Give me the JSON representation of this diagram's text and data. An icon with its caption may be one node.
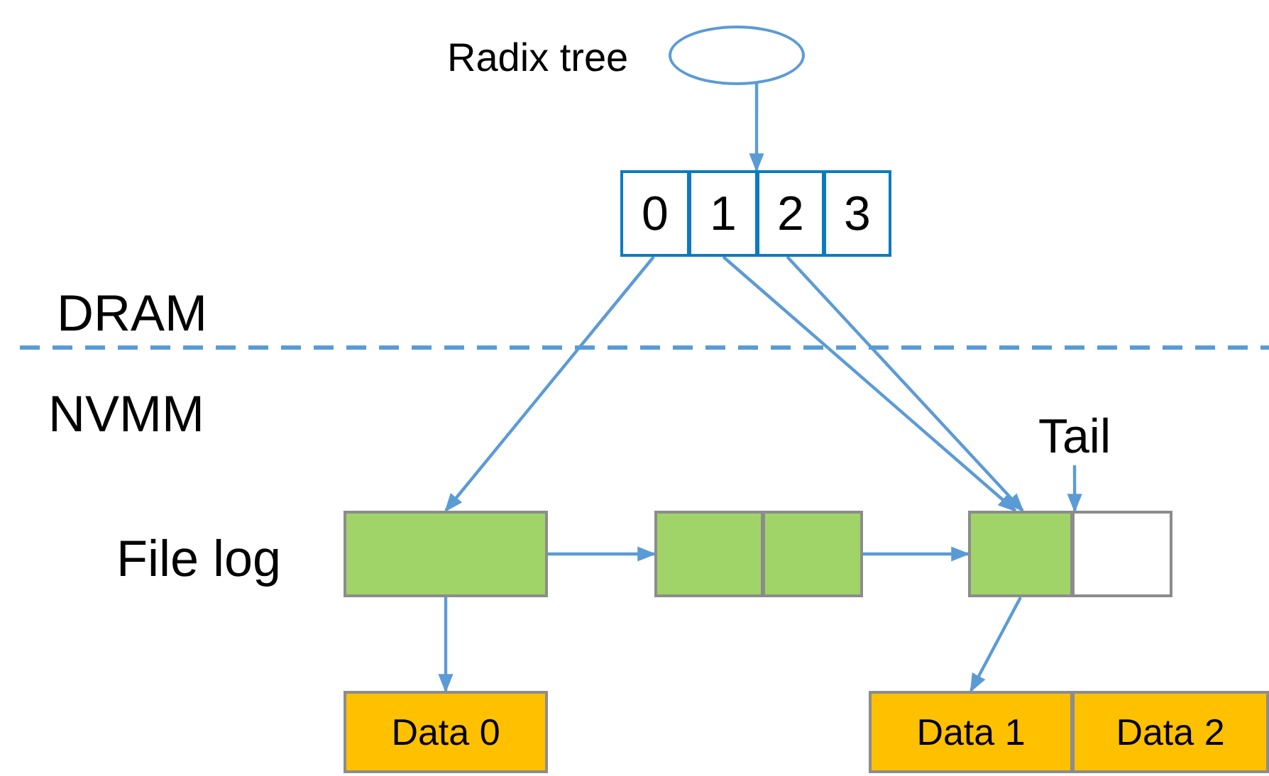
{
  "diagram": {
    "nodes": [
      {
        "text": [],
        "shape": "circle",
        "beside": [
          "Radix tree"
        ]
      },
      {
        "text": [
          "0"
        ]
      },
      {
        "text": [
          "1"
        ]
      },
      {
        "text": [
          "2"
        ]
      },
      {
        "text": [
          "3"
        ]
      },
      {
        "text": [
          "Tail"
        ]
      },
      {
        "text": [],
        "shape": "box"
      },
      {
        "text": [],
        "shape": "box"
      },
      {
        "text": [],
        "shape": "box"
      },
      {
        "text": [],
        "shape": "box"
      },
      {
        "text": [],
        "shape": "box"
      },
      {
        "text": [
          "Data 0"
        ]
      },
      {
        "text": [
          "Data 1"
        ]
      },
      {
        "text": [
          "Data 2"
        ]
      }
    ],
    "edges": [
      {
        "from": 0,
        "to": 3,
        "arrow": "to"
      },
      {
        "from": 1,
        "to": 6,
        "arrow": "to"
      },
      {
        "from": 2,
        "to": 9,
        "arrow": "to"
      },
      {
        "from": 3,
        "to": 9,
        "arrow": "to"
      },
      {
        "from": 5,
        "to": 10,
        "arrow": "to"
      },
      {
        "from": 6,
        "to": 7,
        "arrow": "to"
      },
      {
        "from": 8,
        "to": 9,
        "arrow": "to"
      },
      {
        "from": 6,
        "to": 11,
        "arrow": "to"
      },
      {
        "from": 9,
        "to": 12,
        "arrow": "to"
      }
    ],
    "labels": [
      "DRAM",
      "NVMM",
      "File log"
    ]
  }
}
